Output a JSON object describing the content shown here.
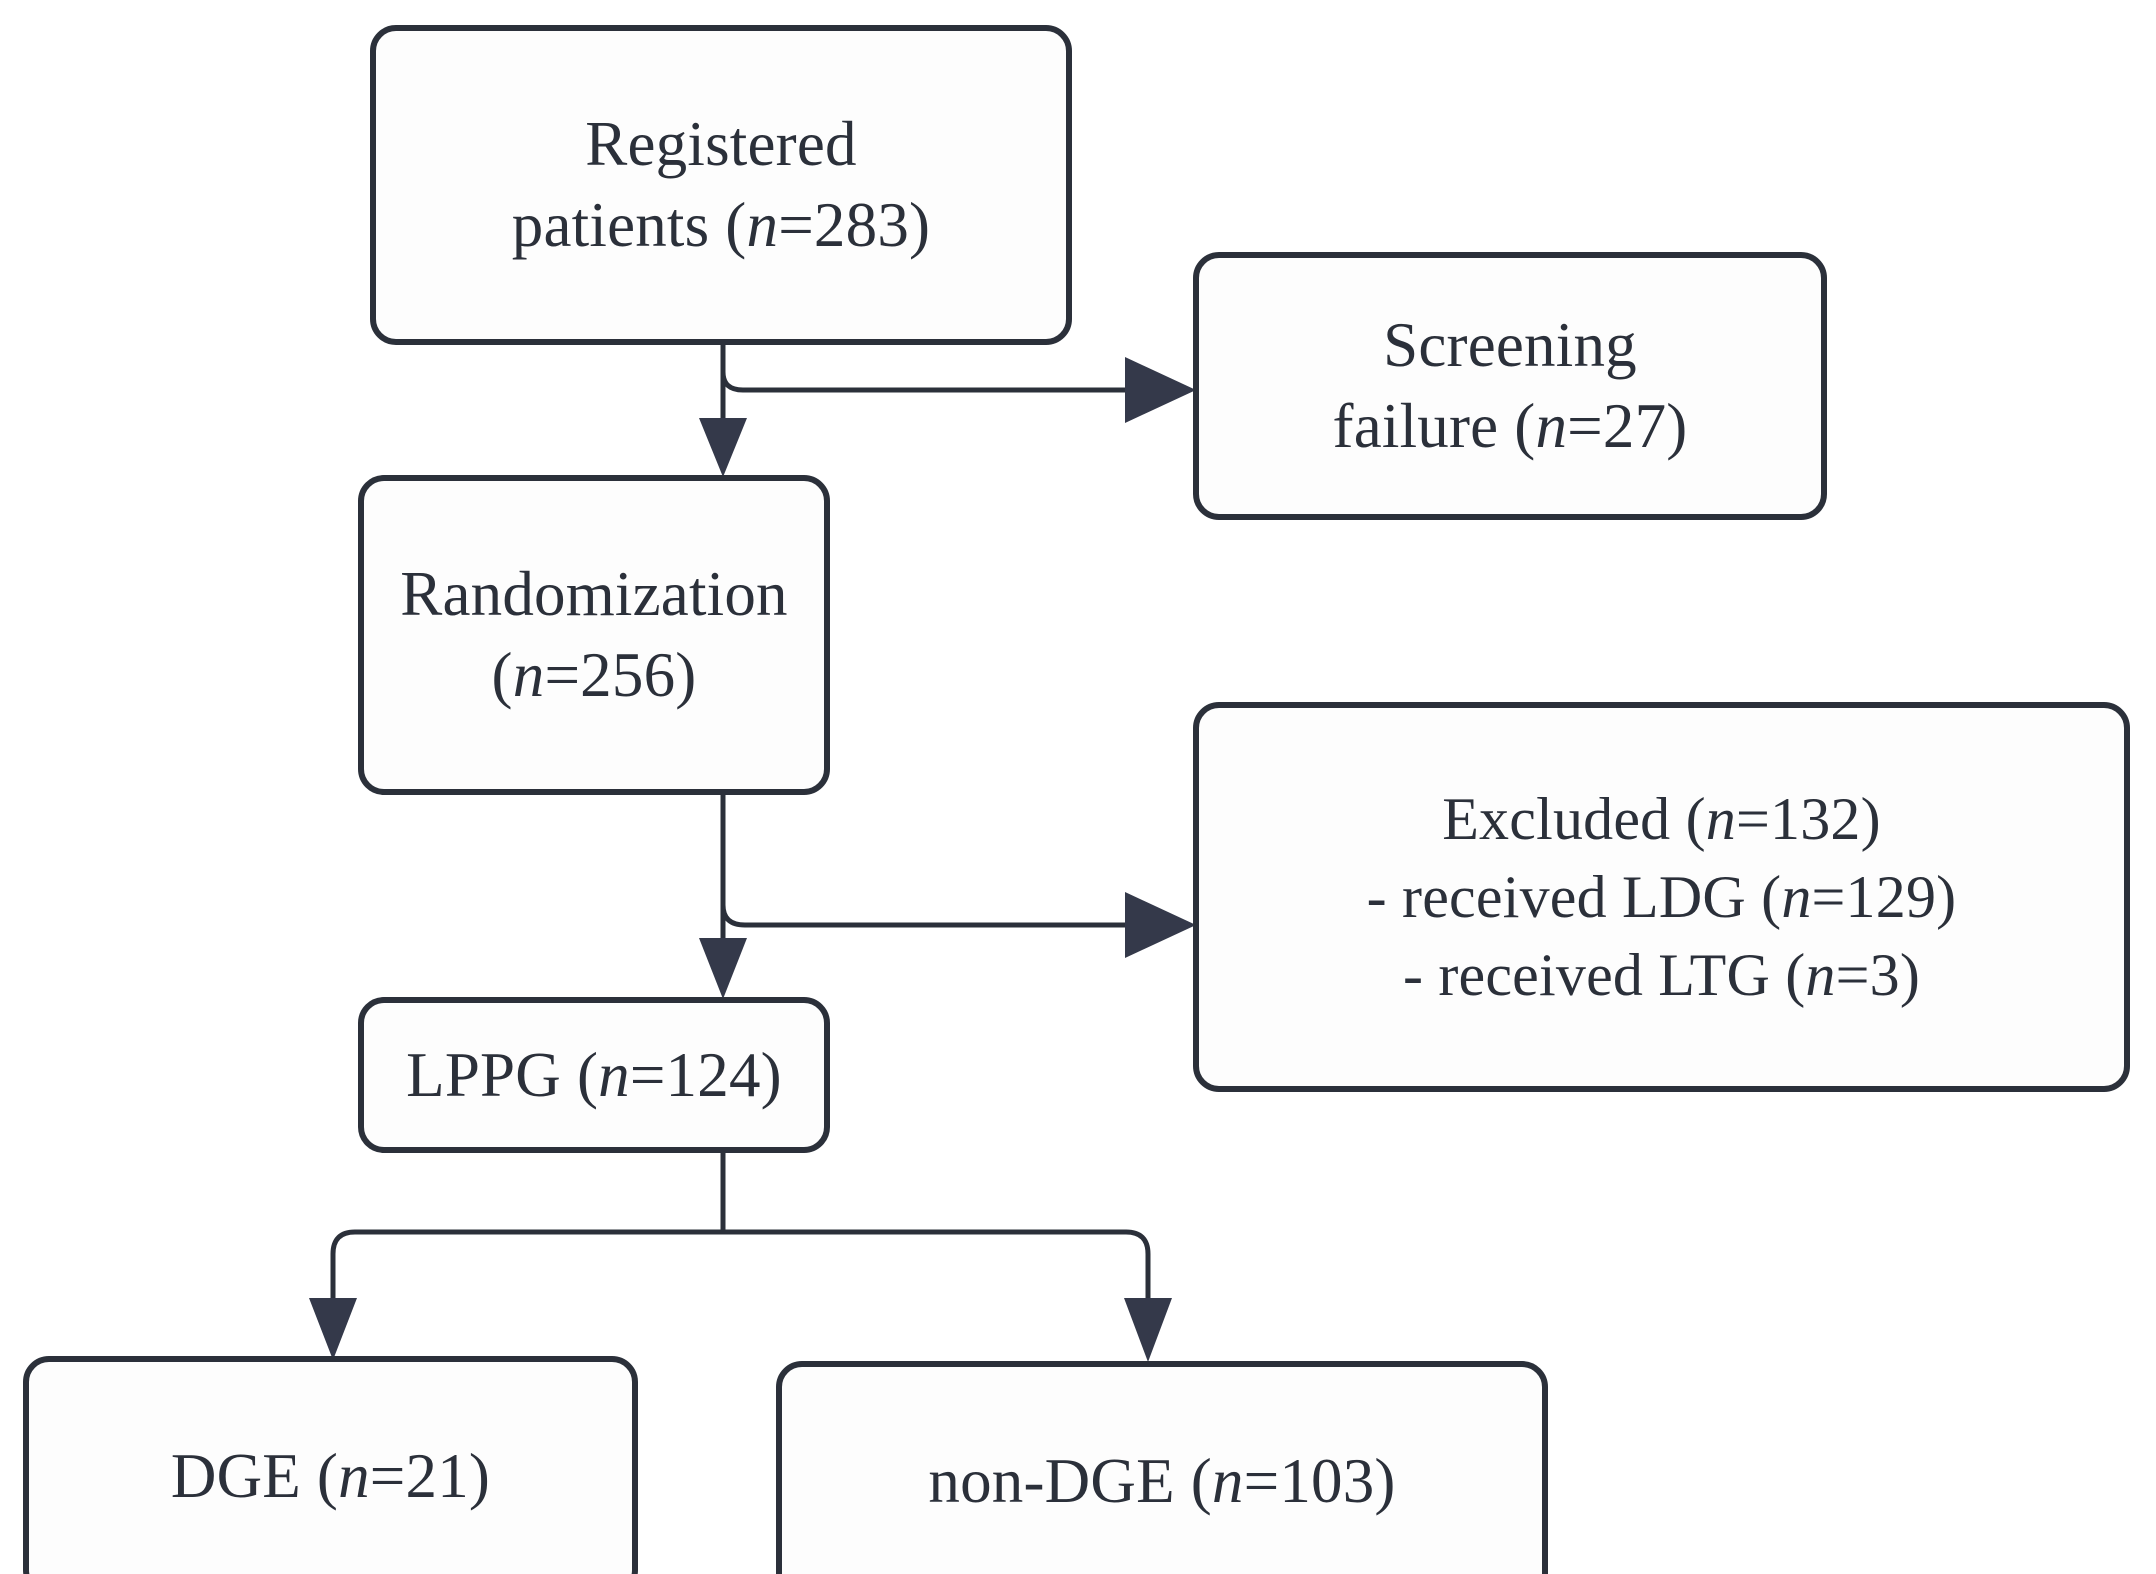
{
  "diagram": {
    "type": "flowchart",
    "title": "CONSORT patient flow diagram",
    "accent_color": "#2b303a",
    "background_color": "#ffffff",
    "nodes": [
      {
        "id": "registered",
        "name": "registered-patients-box",
        "lines": [
          "Registered",
          "patients (n=283)"
        ],
        "label_part_1": "Registered",
        "label_part_2_pre": "patients (",
        "label_part_2_var": "n",
        "label_part_2_post": "=283)",
        "count": 283
      },
      {
        "id": "screening",
        "name": "screening-failure-box",
        "lines": [
          "Screening",
          "failure (n=27)"
        ],
        "label_part_1": "Screening",
        "label_part_2_pre": "failure (",
        "label_part_2_var": "n",
        "label_part_2_post": "=27)",
        "count": 27
      },
      {
        "id": "randomization",
        "name": "randomization-box",
        "lines": [
          "Randomization",
          "(n=256)"
        ],
        "label_part_1": "Randomization",
        "label_part_2_pre": "(",
        "label_part_2_var": "n",
        "label_part_2_post": "=256)",
        "count": 256
      },
      {
        "id": "excluded",
        "name": "excluded-box",
        "lines": [
          "Excluded (n=132)",
          "- received LDG (n=129)",
          "- received LTG (n=3)"
        ],
        "row1_pre": "Excluded (",
        "row1_var": "n",
        "row1_post": "=132)",
        "row2_pre": "- received LDG (",
        "row2_var": "n",
        "row2_post": "=129)",
        "row3_pre": "- received LTG (",
        "row3_var": "n",
        "row3_post": "=3)",
        "count": 132,
        "ldg_count": 129,
        "ltg_count": 3
      },
      {
        "id": "lppg",
        "name": "lppg-box",
        "lines": [
          "LPPG (n=124)"
        ],
        "label_pre": "LPPG (",
        "label_var": "n",
        "label_post": "=124)",
        "count": 124
      },
      {
        "id": "dge",
        "name": "dge-box",
        "lines": [
          "DGE (n=21)"
        ],
        "label_pre": "DGE (",
        "label_var": "n",
        "label_post": "=21)",
        "count": 21
      },
      {
        "id": "nondge",
        "name": "non-dge-box",
        "lines": [
          "non-DGE (n=103)"
        ],
        "label_pre": "non-DGE (",
        "label_var": "n",
        "label_post": "=103)",
        "count": 103
      }
    ],
    "edges": [
      {
        "from": "registered",
        "to": "randomization",
        "kind": "down-arrow"
      },
      {
        "from": "registered",
        "to": "screening",
        "kind": "right-arrow"
      },
      {
        "from": "randomization",
        "to": "lppg",
        "kind": "down-arrow"
      },
      {
        "from": "randomization",
        "to": "excluded",
        "kind": "right-arrow"
      },
      {
        "from": "lppg",
        "to": "dge",
        "kind": "split-down-left-arrow"
      },
      {
        "from": "lppg",
        "to": "nondge",
        "kind": "split-down-right-arrow"
      }
    ]
  }
}
